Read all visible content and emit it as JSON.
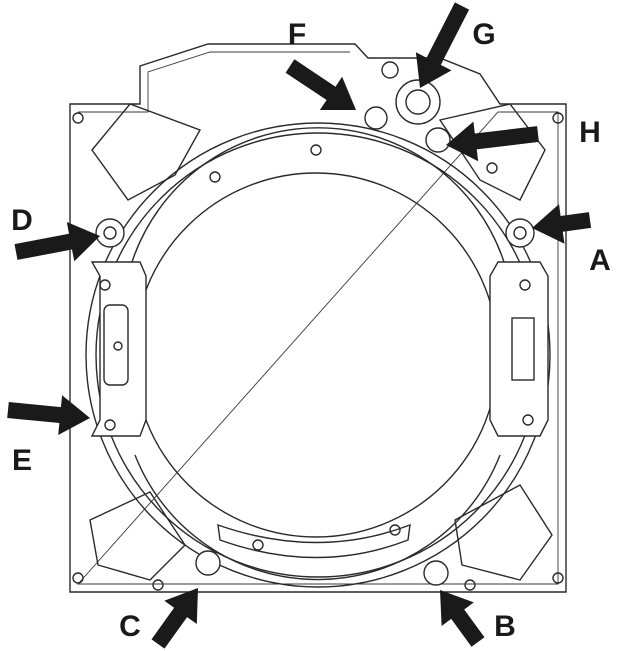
{
  "diagram": {
    "callouts": [
      {
        "id": "A",
        "label": "A"
      },
      {
        "id": "B",
        "label": "B"
      },
      {
        "id": "C",
        "label": "C"
      },
      {
        "id": "D",
        "label": "D"
      },
      {
        "id": "E",
        "label": "E"
      },
      {
        "id": "F",
        "label": "F"
      },
      {
        "id": "G",
        "label": "G"
      },
      {
        "id": "H",
        "label": "H"
      }
    ],
    "colors": {
      "line": "#2a2a2a",
      "arrow": "#1a1a1a",
      "background": "#ffffff"
    }
  }
}
